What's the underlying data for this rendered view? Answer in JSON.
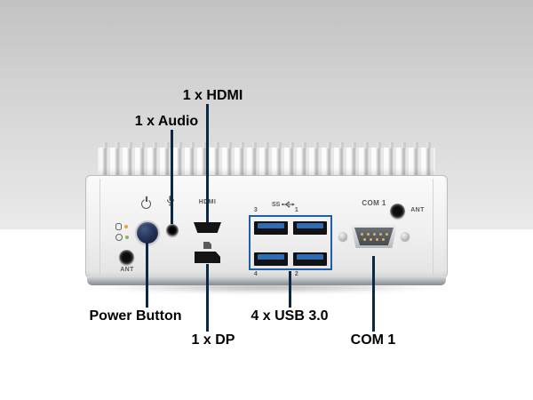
{
  "diagram": {
    "callouts": {
      "hdmi": "1 x HDMI",
      "audio": "1 x Audio",
      "power_button": "Power Button",
      "dp": "1 x DP",
      "usb": "4 x USB 3.0",
      "com": "COM 1"
    },
    "panel_print": {
      "hdmi": "HDMI",
      "com": "COM 1",
      "ant_left": "ANT",
      "ant_right": "ANT",
      "usb_logo": "SS",
      "usb_numbers": [
        "3",
        "1",
        "4",
        "2"
      ]
    },
    "colors": {
      "callout_line": "#0d2845",
      "usb_box_outline": "#1f5fa8",
      "usb_tongue": "#2e6db4",
      "power_button": "#16233f",
      "led_amber": "#e3a23c",
      "led_green": "#8ab84a"
    }
  }
}
